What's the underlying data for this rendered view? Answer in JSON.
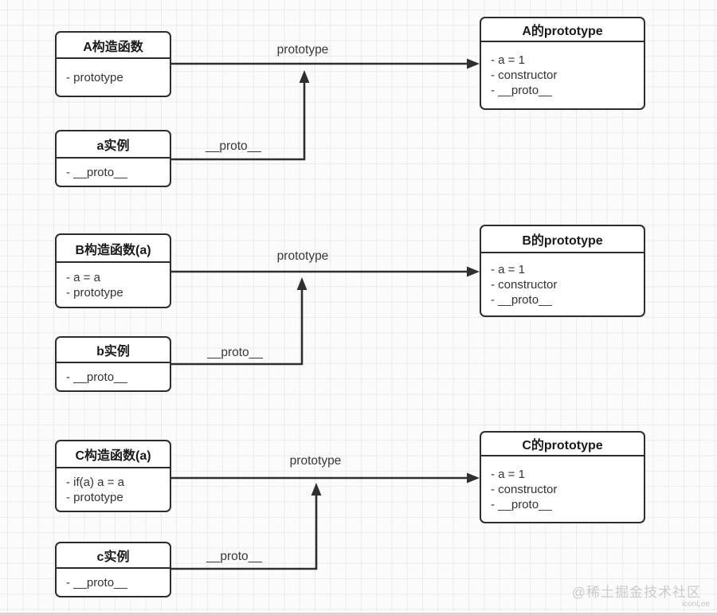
{
  "groups": [
    {
      "ctor_box": {
        "title": "A构造函数",
        "members": [
          "- prototype"
        ]
      },
      "inst_box": {
        "title": "a实例",
        "members": [
          "- __proto__"
        ]
      },
      "proto_box": {
        "title": "A的prototype",
        "members": [
          "- a = 1",
          "- constructor",
          "- __proto__"
        ]
      },
      "labels": {
        "prototype": "prototype",
        "proto": "__proto__"
      }
    },
    {
      "ctor_box": {
        "title": "B构造函数(a)",
        "members": [
          "- a = a",
          "- prototype"
        ]
      },
      "inst_box": {
        "title": "b实例",
        "members": [
          "- __proto__"
        ]
      },
      "proto_box": {
        "title": "B的prototype",
        "members": [
          "- a = 1",
          "- constructor",
          "- __proto__"
        ]
      },
      "labels": {
        "prototype": "prototype",
        "proto": "__proto__"
      }
    },
    {
      "ctor_box": {
        "title": "C构造函数(a)",
        "members": [
          "- if(a) a = a",
          "- prototype"
        ]
      },
      "inst_box": {
        "title": "c实例",
        "members": [
          "- __proto__"
        ]
      },
      "proto_box": {
        "title": "C的prototype",
        "members": [
          "- a = 1",
          "- constructor",
          "- __proto__"
        ]
      },
      "labels": {
        "prototype": "prototype",
        "proto": "__proto__"
      }
    }
  ],
  "watermark": {
    "community": "@稀土掘金技术社区",
    "author": "iconLee"
  },
  "colors": {
    "line": "#2f2f2f",
    "box_border": "#2d2d2d",
    "text": "#333333",
    "grid_line": "#ececec",
    "background": "#fbfbfb",
    "watermark": "#cbcbcb"
  }
}
